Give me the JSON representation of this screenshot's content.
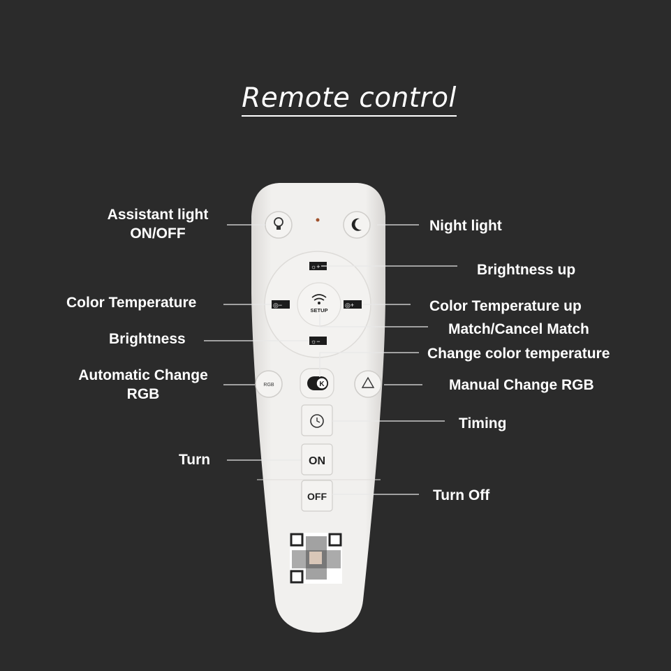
{
  "title": "Remote control",
  "labels": {
    "assistant_light": [
      "Assistant light",
      "ON/OFF"
    ],
    "night_light": "Night light",
    "brightness_up": "Brightness up",
    "color_temperature": "Color Temperature",
    "color_temperature_up": "Color Temperature up",
    "match_cancel": "Match/Cancel Match",
    "brightness": "Brightness",
    "change_color_temperature": "Change color temperature",
    "automatic_rgb": [
      "Automatic Change",
      "RGB"
    ],
    "manual_rgb": "Manual Change RGB",
    "timing": "Timing",
    "turn": "Turn",
    "turn_off": "Turn Off"
  },
  "remote": {
    "setup": "SETUP",
    "on": "ON",
    "off": "OFF",
    "rgb": "RGB",
    "k": "K"
  },
  "colors": {
    "background": "#2b2b2b",
    "remote": "#efeeec",
    "text": "#ffffff"
  }
}
